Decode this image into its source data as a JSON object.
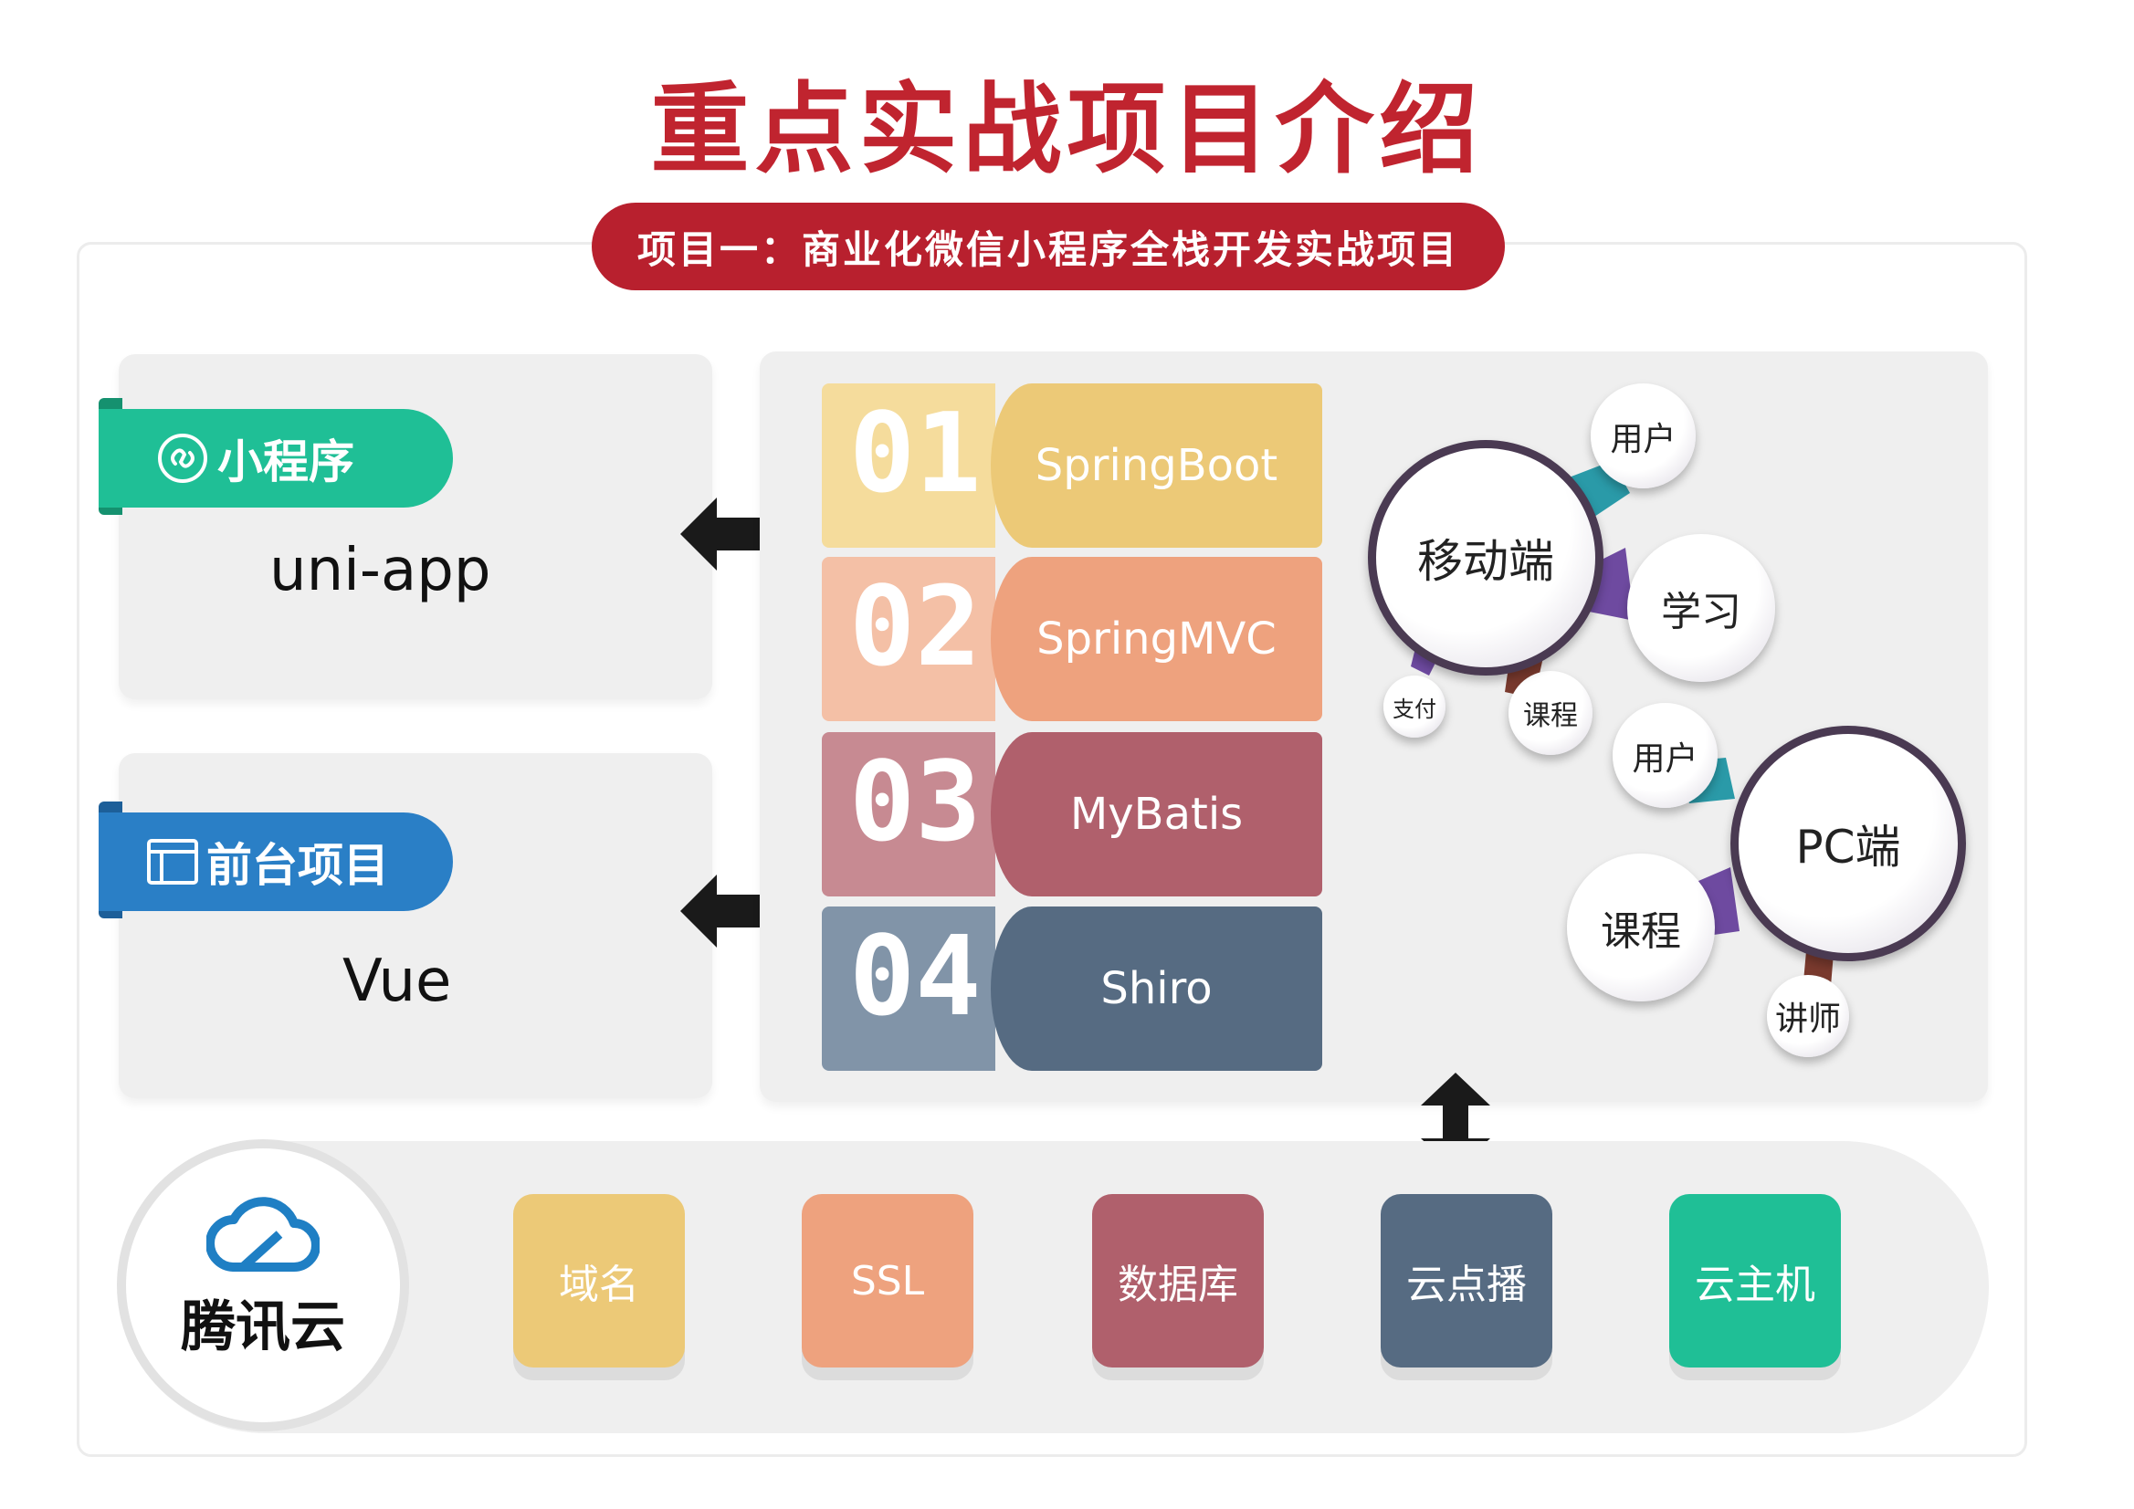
{
  "title": "重点实战项目介绍",
  "subtitle": "项目一：商业化微信小程序全栈开发实战项目",
  "left_panels": [
    {
      "tag": "小程序",
      "tech": "uni-app",
      "color": "#1fbf96",
      "icon": "mini-program-icon"
    },
    {
      "tag": "前台项目",
      "tech": "Vue",
      "color": "#2a7fc6",
      "icon": "browser-window-icon"
    }
  ],
  "stack": [
    {
      "num": "01",
      "name": "SpringBoot",
      "light": "#f5dc9c",
      "dark": "#ecc977"
    },
    {
      "num": "02",
      "name": "SpringMVC",
      "light": "#f4c0a6",
      "dark": "#eea27e"
    },
    {
      "num": "03",
      "name": "MyBatis",
      "light": "#c78a92",
      "dark": "#b0606c"
    },
    {
      "num": "04",
      "name": "Shiro",
      "light": "#8194a8",
      "dark": "#566b82"
    }
  ],
  "mobile": {
    "center": "移动端",
    "nodes": [
      "用户",
      "学习",
      "课程",
      "支付"
    ]
  },
  "pc": {
    "center": "PC端",
    "nodes": [
      "用户",
      "课程",
      "讲师"
    ]
  },
  "cloud": {
    "name": "腾讯云",
    "icon": "cloud-icon"
  },
  "services": [
    {
      "label": "域名",
      "color": "#ecc977"
    },
    {
      "label": "SSL",
      "color": "#eea27e"
    },
    {
      "label": "数据库",
      "color": "#b0606c"
    },
    {
      "label": "云点播",
      "color": "#566b82"
    },
    {
      "label": "云主机",
      "color": "#1fbf96"
    }
  ]
}
